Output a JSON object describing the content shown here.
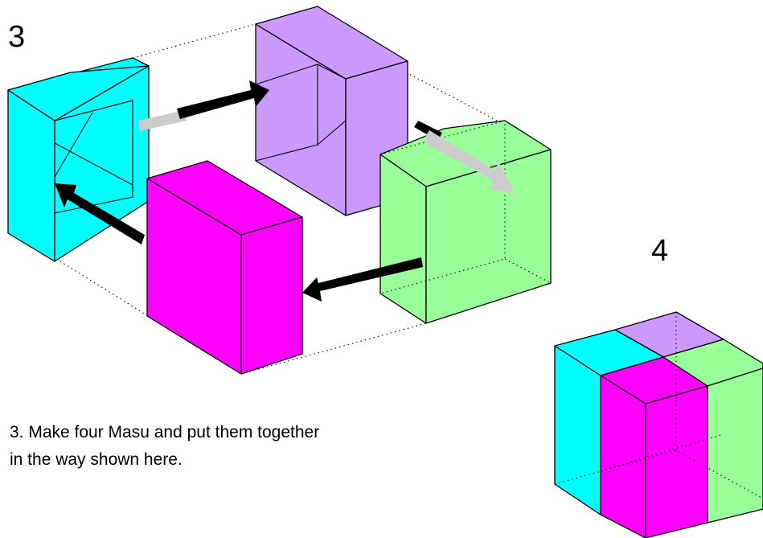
{
  "steps": {
    "step3_label": "3",
    "step4_label": "4"
  },
  "caption": {
    "line1": "3. Make four Masu and put them together",
    "line2": "in the way shown here."
  },
  "colors": {
    "cyan": "#00ffff",
    "lavender": "#cc99ff",
    "green": "#99ff99",
    "magenta": "#ff00ff",
    "arrow_dark": "#000000",
    "arrow_light": "#cccccc"
  }
}
